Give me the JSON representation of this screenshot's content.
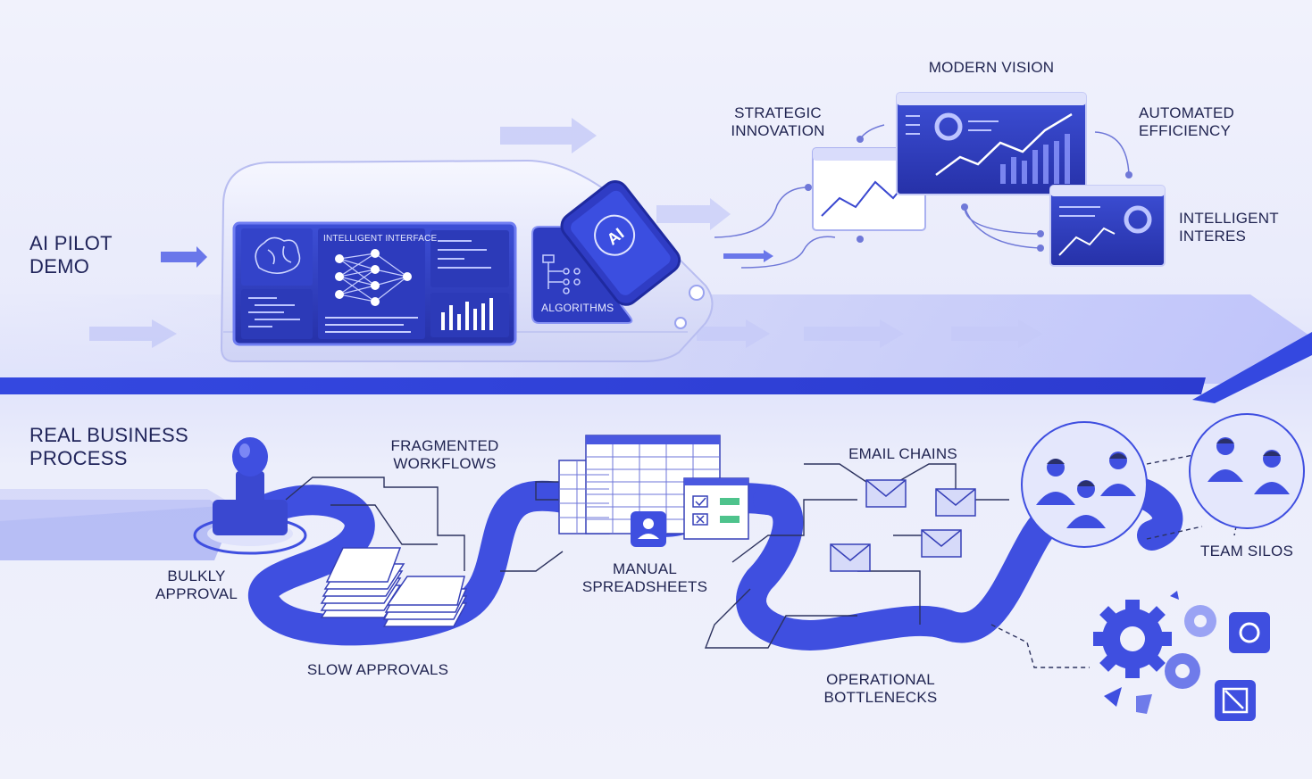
{
  "top": {
    "title_lines": [
      "AI PILOT",
      "DEMO"
    ],
    "vehicle_screens": {
      "interface_label": "INTELLIGENT INTERFACE",
      "algorithms_label": "ALGORITHMS",
      "ai_badge": "AI"
    },
    "outcomes": [
      {
        "lines": [
          "MODERN VISION"
        ]
      },
      {
        "lines": [
          "STRATEGIC",
          "INNOVATION"
        ]
      },
      {
        "lines": [
          "AUTOMATED",
          "EFFICIENCY"
        ]
      },
      {
        "lines": [
          "INTELLIGENT",
          "INTERES"
        ]
      }
    ]
  },
  "bottom": {
    "title_lines": [
      "REAL BUSINESS",
      "PROCESS"
    ],
    "stages": [
      {
        "lines": [
          "BULKLY",
          "APPROVAL"
        ]
      },
      {
        "lines": [
          "FRAGMENTED",
          "WORKFLOWS"
        ]
      },
      {
        "lines": [
          "SLOW APPROVALS"
        ]
      },
      {
        "lines": [
          "MANUAL",
          "SPREADSHEETS"
        ]
      },
      {
        "lines": [
          "EMAIL CHAINS"
        ]
      },
      {
        "lines": [
          "OPERATIONAL",
          "BOTTLENECKS"
        ]
      },
      {
        "lines": [
          "TEAM SILOS"
        ]
      }
    ]
  },
  "colors": {
    "accent": "#3f4fe0",
    "dark_blue": "#2a36b8",
    "light_blue": "#c9cdf8",
    "text": "#1f2350"
  },
  "icons": [
    "brain-icon",
    "neural-network-icon",
    "code-icon",
    "bar-chart-icon",
    "flowchart-icon",
    "stamp-icon",
    "paper-stack-icon",
    "spreadsheet-icon",
    "user-icon",
    "checklist-icon",
    "envelope-icon",
    "team-icon",
    "gear-icon"
  ]
}
